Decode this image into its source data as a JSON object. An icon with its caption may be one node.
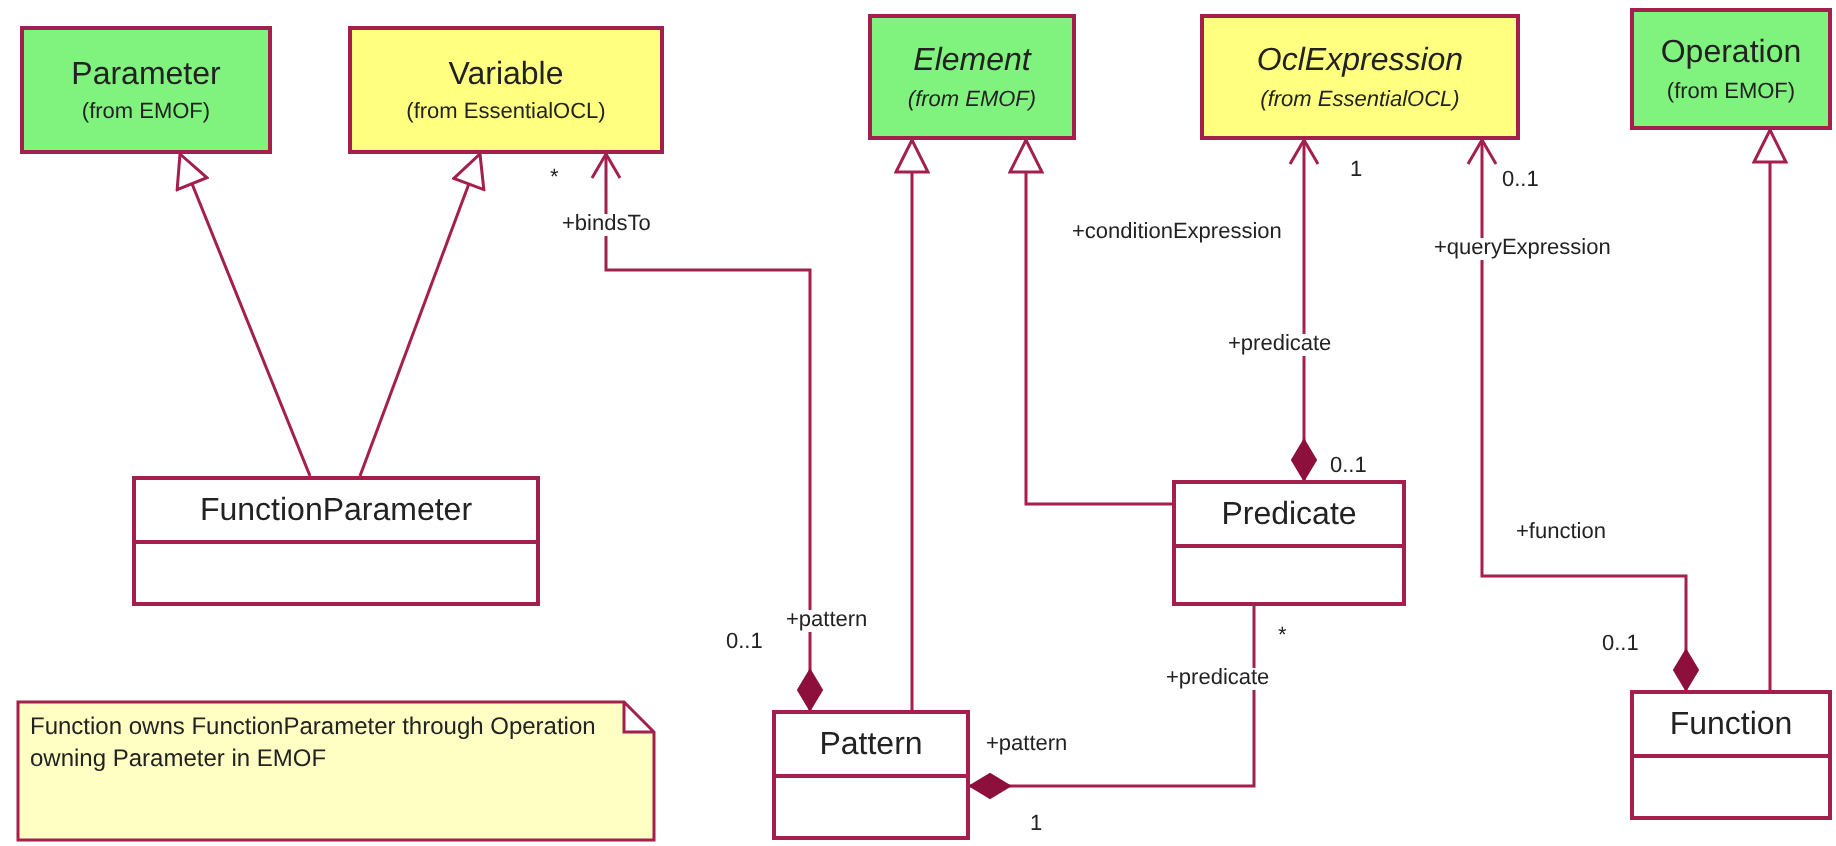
{
  "diagram": {
    "nodes": [
      {
        "text": [
          "Parameter",
          "(from EMOF)"
        ]
      },
      {
        "text": [
          "Variable",
          "(from EssentialOCL)"
        ]
      },
      {
        "text": [
          "Element",
          "(from EMOF)"
        ]
      },
      {
        "text": [
          "OclExpression",
          "(from EssentialOCL)"
        ]
      },
      {
        "text": [
          "Operation",
          "(from EMOF)"
        ]
      },
      {
        "text": [
          "FunctionParameter"
        ]
      },
      {
        "text": [
          "Pattern"
        ]
      },
      {
        "text": [
          "Predicate"
        ]
      },
      {
        "text": [
          "Function"
        ]
      },
      {
        "text": [
          "Function owns FunctionParameter through Operation owning Parameter in EMOF"
        ]
      }
    ],
    "edges": [
      {
        "from": 5,
        "to": 0,
        "arrow": "to"
      },
      {
        "from": 5,
        "to": 1,
        "arrow": "to"
      },
      {
        "from": 6,
        "to": 2,
        "arrow": "to"
      },
      {
        "from": 7,
        "to": 2,
        "arrow": "to"
      },
      {
        "from": 8,
        "to": 4,
        "arrow": "to"
      },
      {
        "from": 6,
        "to": 1,
        "arrow": "to"
      },
      {
        "from": 7,
        "to": 3,
        "arrow": "to"
      },
      {
        "from": 6,
        "to": 7,
        "arrow": "other"
      },
      {
        "from": 8,
        "to": 3,
        "arrow": "to"
      }
    ],
    "labels": [
      "*",
      "+bindsTo",
      "1",
      "0..1",
      "+conditionExpression",
      "+queryExpression",
      "+predicate",
      "0..1",
      "+function",
      "+pattern",
      "0..1",
      "*",
      "+predicate",
      "0..1",
      "+pattern",
      "1"
    ]
  }
}
